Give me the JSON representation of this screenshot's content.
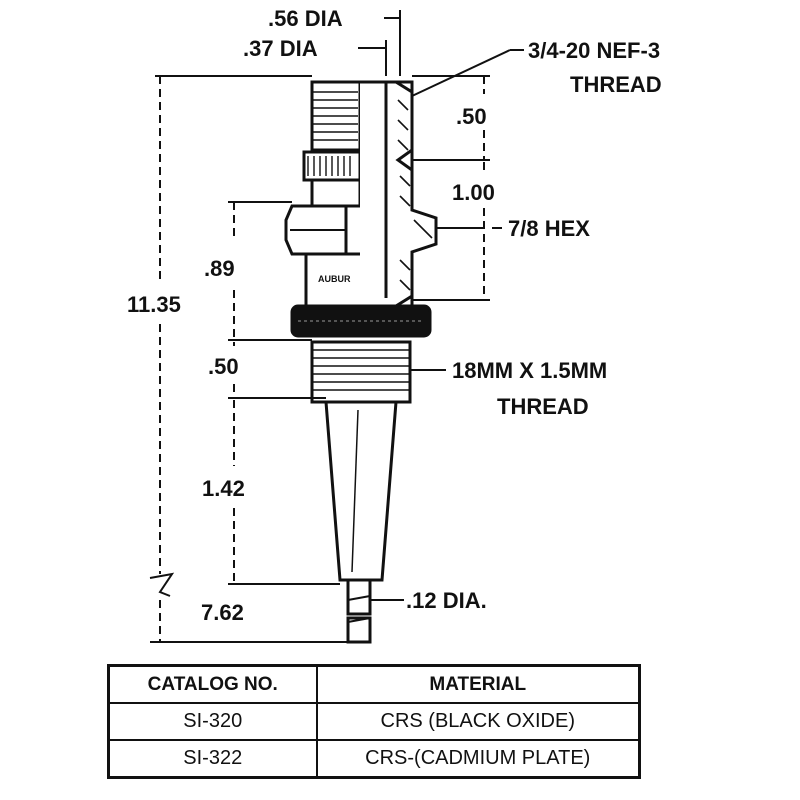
{
  "dimensions": {
    "dia_056": ".56 DIA",
    "dia_037": ".37 DIA",
    "thread_top_line1": "3/4-20 NEF-3",
    "thread_top_line2": "THREAD",
    "dim_050_top": ".50",
    "dim_100": "1.00",
    "hex": "7/8 HEX",
    "dim_089": ".89",
    "overall": "11.35",
    "dim_050_mid": ".50",
    "thread_mid_line1": "18MM X 1.5MM",
    "thread_mid_line2": "THREAD",
    "dim_142": "1.42",
    "dim_762": "7.62",
    "dia_012": ".12 DIA."
  },
  "marking": "AUBUR",
  "table": {
    "headers": [
      "CATALOG NO.",
      "MATERIAL"
    ],
    "rows": [
      [
        "SI-320",
        "CRS (BLACK OXIDE)"
      ],
      [
        "SI-322",
        "CRS-(CADMIUM PLATE)"
      ]
    ]
  }
}
